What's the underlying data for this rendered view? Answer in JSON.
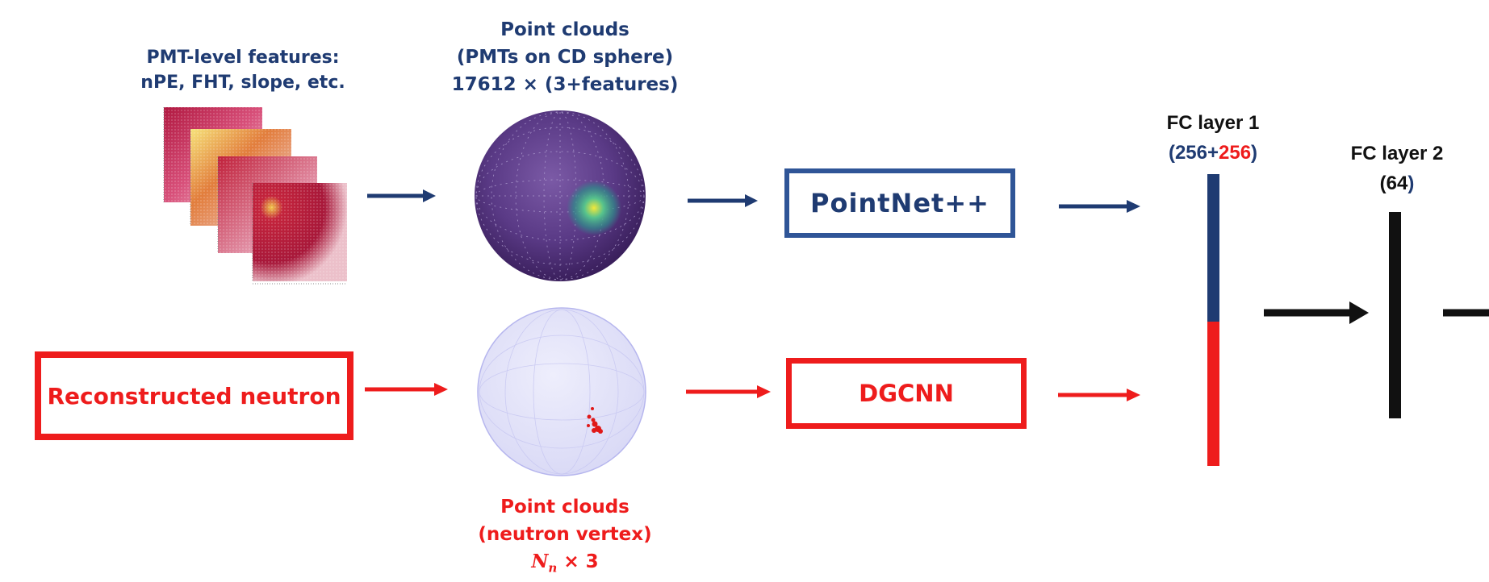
{
  "top_branch": {
    "features_label": [
      "PMT-level features:",
      "nPE, FHT, slope, etc."
    ],
    "pointcloud_label": [
      "Point clouds",
      "(PMTs on CD sphere)",
      "17612 × (3+features)"
    ],
    "network": "PointNet++"
  },
  "bottom_branch": {
    "input_label": "Reconstructed neutron",
    "pointcloud_label": [
      "Point clouds",
      "(neutron vertex)"
    ],
    "shape_symbol": "N",
    "shape_subscript": "n",
    "shape_suffix": " × 3",
    "network": "DGCNN"
  },
  "fc1": {
    "title": "FC layer 1",
    "open": "(",
    "part_a": "256",
    "plus": "+",
    "part_b": "256",
    "close": ")"
  },
  "fc2": {
    "title": "FC layer 2",
    "open": "(",
    "size": "64",
    "close": ")"
  },
  "colors": {
    "navy": "#1f3b72",
    "red": "#ee1c1c",
    "black": "#111111",
    "box_blue": "#2f5597"
  }
}
